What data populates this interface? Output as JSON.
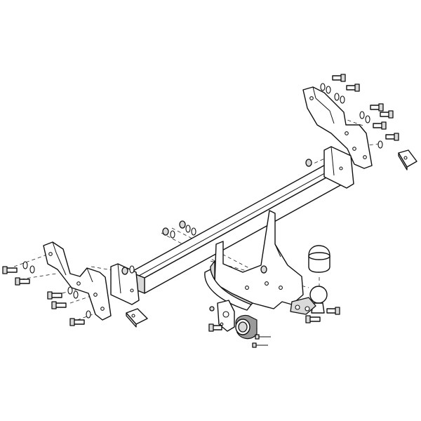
{
  "diagram": {
    "background": "#ffffff",
    "line_color": "#111111",
    "shade_color": "#d9d9d9",
    "parts": [
      "left-bracket",
      "right-bracket",
      "cross-beam",
      "tow-neck",
      "tow-ball",
      "ball-cover",
      "socket-plate",
      "electrical-socket",
      "left-spacer",
      "right-spacer",
      "bolt-sets"
    ]
  }
}
